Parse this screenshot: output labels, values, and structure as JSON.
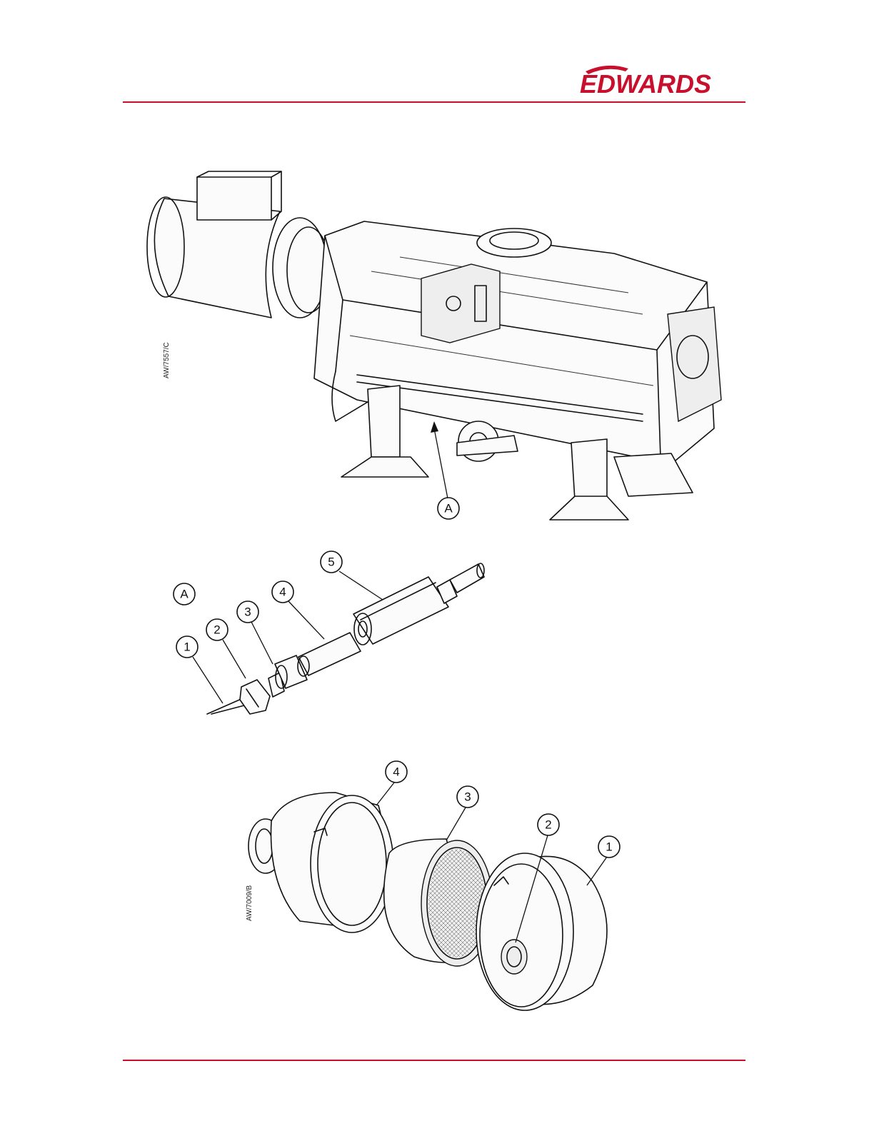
{
  "header": {
    "logo_text": "EDWARDS",
    "brand_color": "#c8102e"
  },
  "figure_pump": {
    "ref_code": "AW/7557/C",
    "callout_a": "A"
  },
  "figure_detail": {
    "callouts": [
      "A",
      "1",
      "2",
      "3",
      "4",
      "5"
    ]
  },
  "figure_filter": {
    "ref_code": "AW/7009/B",
    "callouts": [
      "1",
      "2",
      "3",
      "4"
    ]
  }
}
